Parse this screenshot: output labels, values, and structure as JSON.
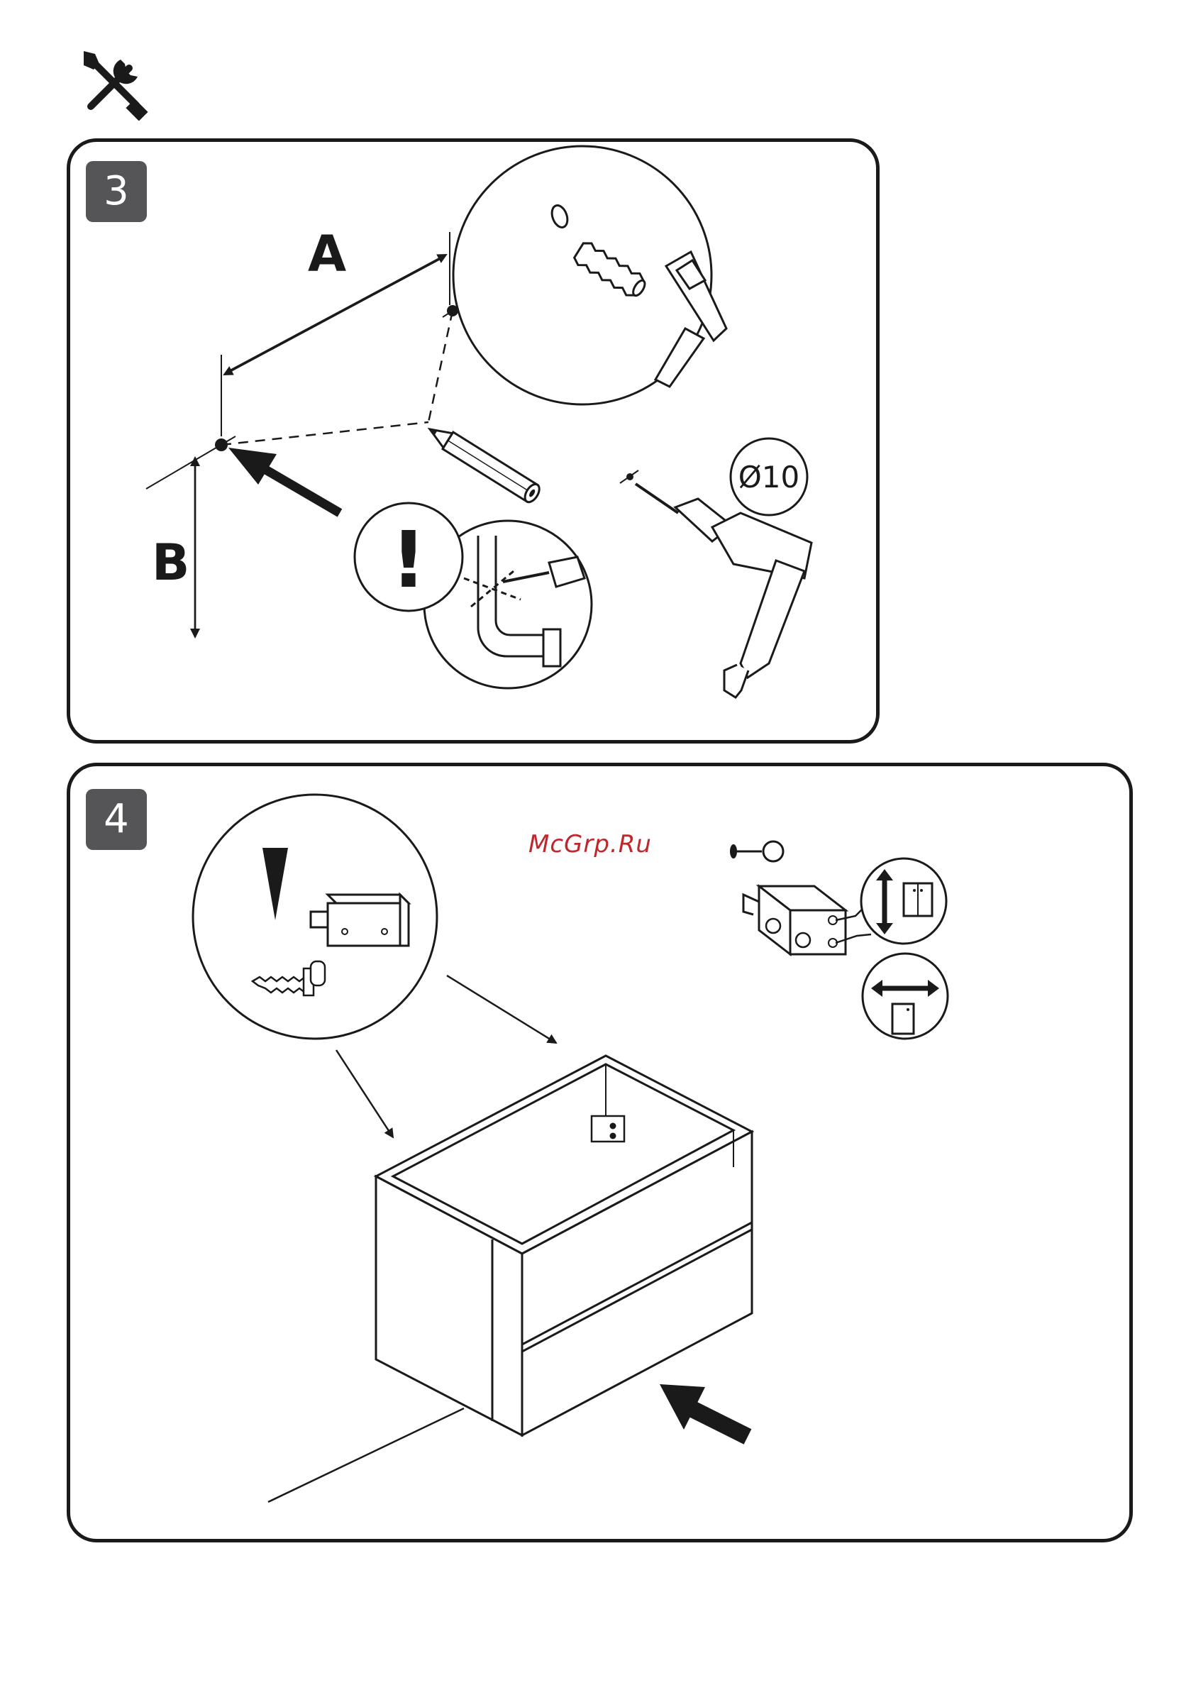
{
  "header": {
    "icon": "tools-icon"
  },
  "step3": {
    "number": "3",
    "label_a": "A",
    "label_b": "B",
    "diameter": "Ø10",
    "warning": "!",
    "icons": [
      "pencil-icon",
      "drill-icon",
      "hammer-icon",
      "wall-plug-icon",
      "pipe-warning-icon"
    ]
  },
  "step4": {
    "number": "4",
    "icons": [
      "bracket-icon",
      "hook-screw-icon",
      "cabinet-icon",
      "push-arrow-icon",
      "adjust-vertical-icon",
      "adjust-horizontal-icon"
    ]
  },
  "watermark": "McGrp.Ru"
}
